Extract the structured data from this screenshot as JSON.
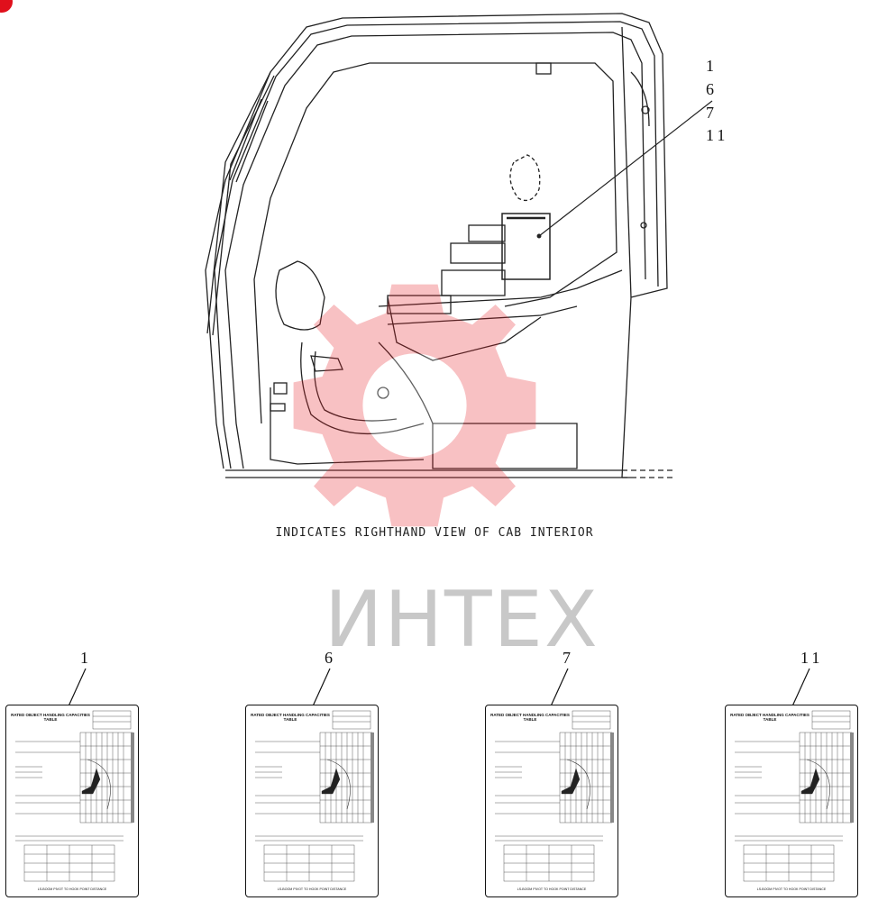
{
  "caption": "INDICATES RIGHTHAND VIEW OF CAB INTERIOR",
  "watermark": "ИНТЕХ",
  "callouts": [
    "1",
    "6",
    "7",
    "11"
  ],
  "cards": [
    {
      "number": "1",
      "title": "RATED OBJECT HANDLING CAPACITIES TABLE",
      "footer": "LS-BOOM PIVOT TO HOOK POINT DISTANCE"
    },
    {
      "number": "6",
      "title": "RATED OBJECT HANDLING CAPACITIES TABLE",
      "footer": "LS-BOOM PIVOT TO HOOK POINT DISTANCE"
    },
    {
      "number": "7",
      "title": "RATED OBJECT HANDLING CAPACITIES TABLE",
      "footer": "LS-BOOM PIVOT TO HOOK POINT DISTANCE"
    },
    {
      "number": "11",
      "title": "RATED OBJECT HANDLING CAPACITIES TABLE",
      "footer": "LS-BOOM PIVOT TO HOOK POINT DISTANCE"
    }
  ],
  "colors": {
    "watermark_red": "#e8232a",
    "line": "#222222"
  }
}
